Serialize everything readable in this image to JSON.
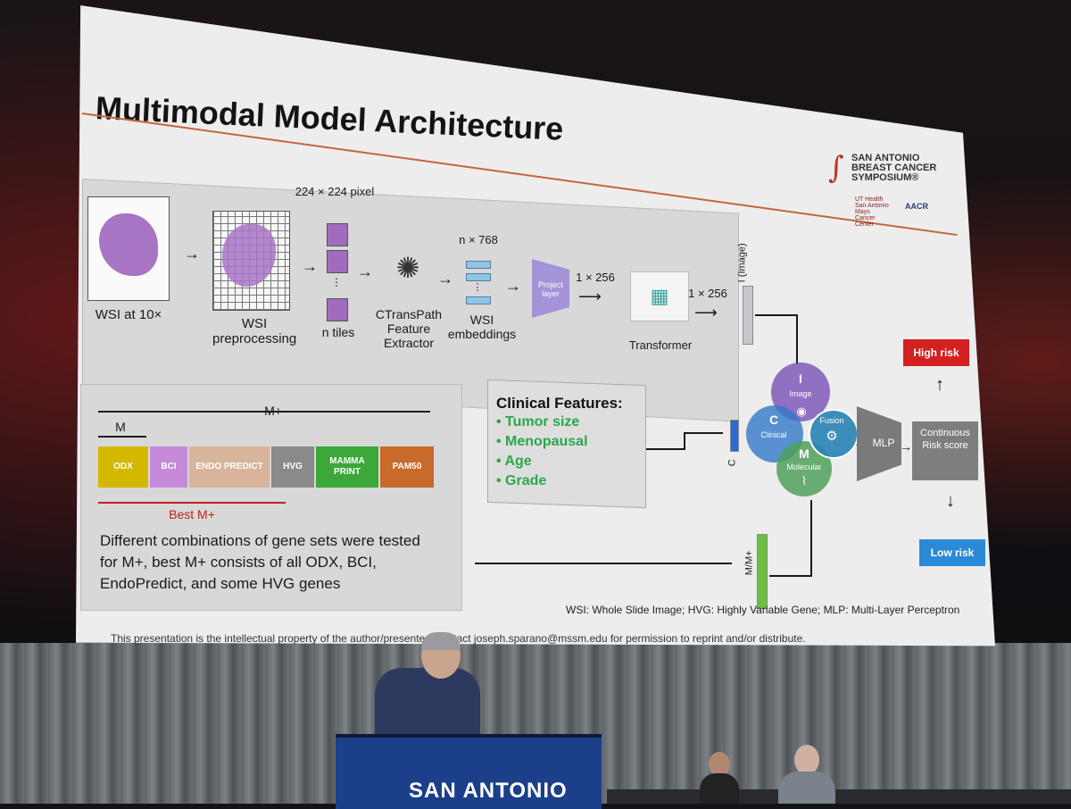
{
  "slide": {
    "title": "Multimodal Model Architecture",
    "logo": {
      "org": "SAN ANTONIO BREAST CANCER SYMPOSIUM®",
      "partner1": "UT Health San Antonio Mays Cancer Center",
      "partner2": "AACR"
    },
    "pipeline": {
      "wsi_label": "WSI at 10×",
      "preprocess_label": "WSI preprocessing",
      "tile_size": "224 × 224 pixel",
      "tiles_label": "n tiles",
      "extractor_label": "CTransPath Feature Extractor",
      "embed_dim": "n × 768",
      "embeddings_label": "WSI embeddings",
      "project_label": "Project layer",
      "dim1": "1 × 256",
      "transformer_label": "Transformer",
      "dim2": "1 × 256",
      "image_vec_label": "I (Image)"
    },
    "fusion": {
      "i_letter": "I",
      "i_label": "Image",
      "c_letter": "C",
      "c_label": "Clinical",
      "m_letter": "M",
      "m_label": "Molecular",
      "fusion_label": "Fusion",
      "mlp_label": "MLP",
      "score_label": "Continuous Risk score",
      "high_risk": "High risk",
      "low_risk": "Low risk",
      "c_vec_label": "C",
      "m_vec_label": "M/M+"
    },
    "clinical": {
      "title": "Clinical Features:",
      "items": [
        "Tumor size",
        "Menopausal",
        "Age",
        "Grade"
      ]
    },
    "genes": {
      "m_plus_label": "M+",
      "m_label": "M",
      "best_label": "Best M+",
      "sets": [
        {
          "name": "ODX",
          "color": "#d4b800"
        },
        {
          "name": "BCI",
          "color": "#c58ad8"
        },
        {
          "name": "ENDO PREDICT",
          "color": "#d8b49a"
        },
        {
          "name": "HVG",
          "color": "#8a8a8a"
        },
        {
          "name": "MAMMA PRINT",
          "color": "#3ca83a"
        },
        {
          "name": "PAM50",
          "color": "#c86a2a"
        }
      ],
      "description": "Different combinations of gene sets were tested for M+, best M+ consists of all ODX, BCI, EndoPredict, and some HVG genes"
    },
    "abbreviations": "WSI: Whole Slide Image; HVG: Highly Variable Gene; MLP: Multi-Layer Perceptron",
    "footer": "This presentation is the intellectual property of the author/presenter. Contact joseph.sparano@mssm.edu for permission to reprint and/or distribute."
  },
  "stage": {
    "podium_text": "SAN ANTONIO"
  }
}
